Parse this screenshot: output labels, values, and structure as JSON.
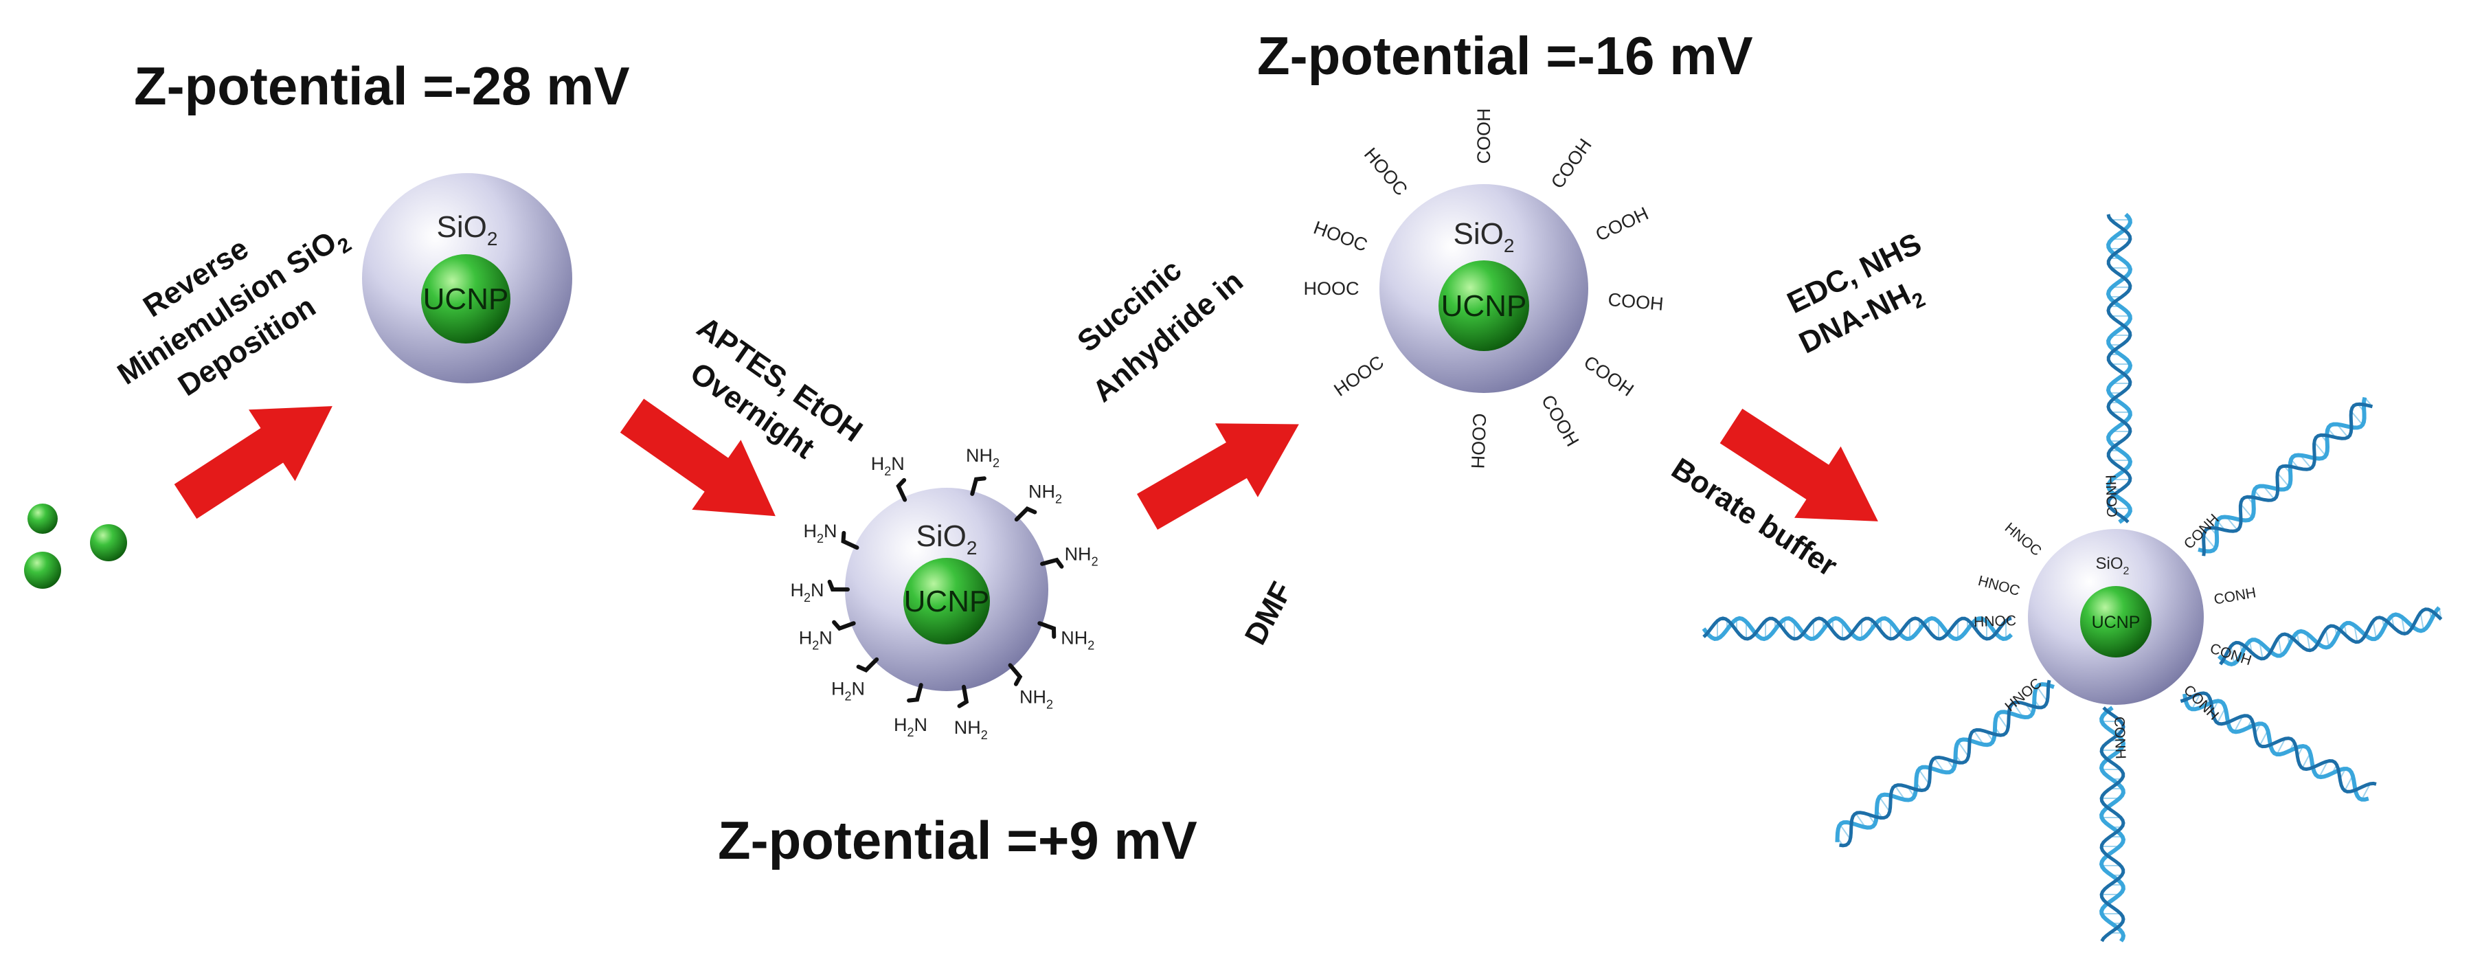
{
  "colors": {
    "arrow": "#e41a1a",
    "shell": "#c9c9e2",
    "core": "#1f9a1f",
    "dna": "#3aa6dc",
    "text": "#111111"
  },
  "labels": {
    "zeta_1": "Z-potential =-28 mV",
    "zeta_2": "Z-potential =+9 mV",
    "zeta_3": "Z-potential =-16 mV",
    "step1": [
      "Reverse",
      "Miniemulsion SiO",
      "Deposition"
    ],
    "step2": [
      "APTES, EtOH",
      "Overnight"
    ],
    "step3": [
      "Succinic",
      "Anhydride in"
    ],
    "step3_solvent": "DMF",
    "step4": [
      "EDC, NHS",
      "DNA-NH"
    ],
    "step4_buffer": "Borate buffer",
    "shell": "SiO",
    "shell_sub": "2",
    "core": "UCNP",
    "amine_group": "NH",
    "amine_group_left": "H",
    "carboxyl_right": "COOH",
    "carboxyl_left": "HOOC",
    "amide_right": "CONH",
    "amide_left": "HNOC",
    "subscript_2": "2"
  },
  "icons": [
    "green-nanoparticle-icon",
    "red-arrow-icon",
    "dna-strand-icon",
    "core-shell-particle-icon"
  ]
}
